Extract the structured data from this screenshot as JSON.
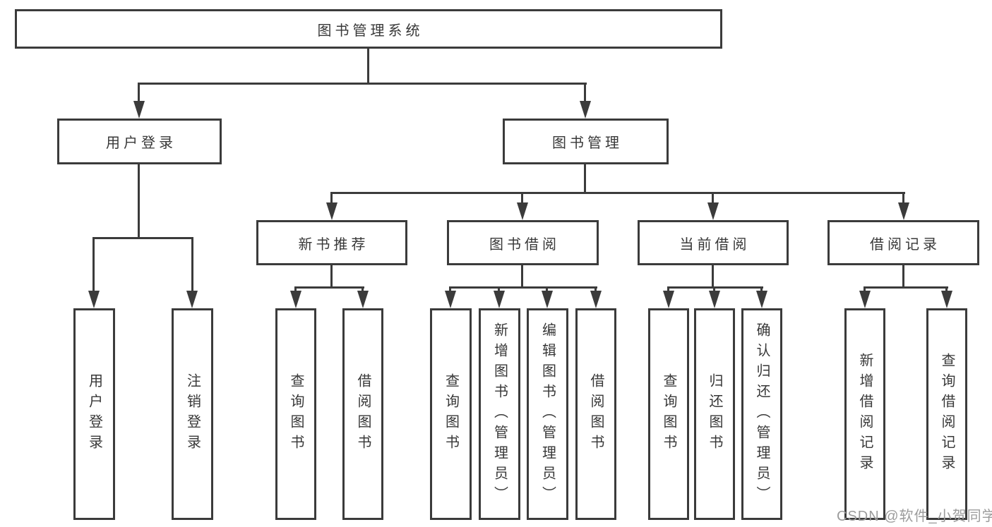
{
  "tree": {
    "label": "图书管理系统",
    "children": [
      {
        "label": "用户登录",
        "children": [
          {
            "label": "用户登录"
          },
          {
            "label": "注销登录"
          }
        ]
      },
      {
        "label": "图书管理",
        "children": [
          {
            "label": "新书推荐",
            "children": [
              {
                "label": "查询图书"
              },
              {
                "label": "借阅图书"
              }
            ]
          },
          {
            "label": "图书借阅",
            "children": [
              {
                "label": "查询图书"
              },
              {
                "label": "新增图书（管理员）"
              },
              {
                "label": "编辑图书（管理员）"
              },
              {
                "label": "借阅图书"
              }
            ]
          },
          {
            "label": "当前借阅",
            "children": [
              {
                "label": "查询图书"
              },
              {
                "label": "归还图书"
              },
              {
                "label": "确认归还（管理员）"
              }
            ]
          },
          {
            "label": "借阅记录",
            "children": [
              {
                "label": "新增借阅记录"
              },
              {
                "label": "查询借阅记录"
              }
            ]
          }
        ]
      }
    ]
  },
  "watermark": "CSDN @软件_小贺同学",
  "colors": {
    "line": "#3b3b3b",
    "text": "#383838",
    "box_fill": "#ffffff",
    "background": "#ffffff",
    "watermark": "#9c9c9c"
  }
}
